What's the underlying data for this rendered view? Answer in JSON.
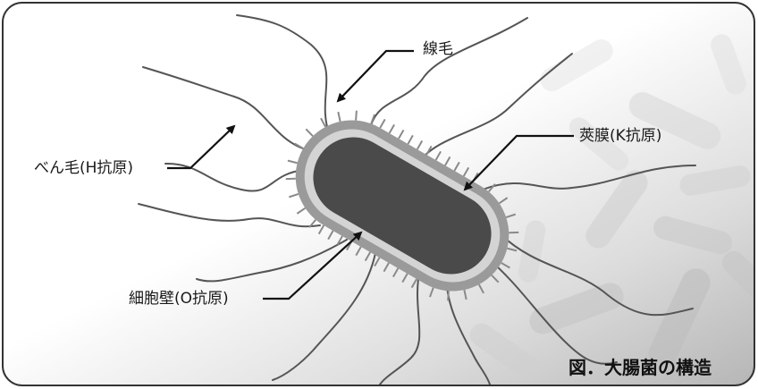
{
  "labels": {
    "pili": "線毛",
    "flagella": "べん毛(H抗原)",
    "capsule": "莢膜(K抗原)",
    "cell_wall": "細胞壁(O抗原)"
  },
  "caption": "図．大腸菌の構造",
  "colors": {
    "frame": "#333333",
    "bacteria_body": "#4a4a4a",
    "cell_wall_band": "#d4d4d4",
    "capsule_halo": "#9a9a9a",
    "flagellum": "#555555",
    "leader": "#111111",
    "background_top": "#ffffff",
    "background_bottom": "#b9b9b9"
  }
}
